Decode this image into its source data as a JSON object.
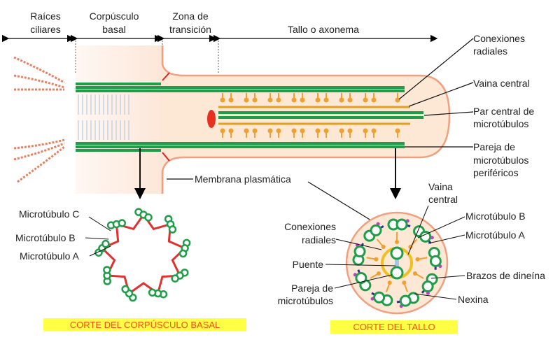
{
  "regions": {
    "roots": [
      "Raíces",
      "ciliares"
    ],
    "basal_body": [
      "Corpúsculo",
      "basal"
    ],
    "transition": [
      "Zona de",
      "transición"
    ],
    "axoneme": "Tallo o axonema"
  },
  "labels": {
    "radial_connections": [
      "Conexiones",
      "radiales"
    ],
    "central_sheath": "Vaina central",
    "central_pair": [
      "Par central de",
      "microtúbulos"
    ],
    "peripheral_pair": [
      "Pareja de",
      "microtúbulos",
      "periféricos"
    ],
    "plasma_membrane": "Membrana plasmática",
    "mt_c": "Microtúbulo C",
    "mt_b": "Microtúbulo B",
    "mt_a": "Microtúbulo A",
    "xs_sheath": [
      "Vaina",
      "central"
    ],
    "xs_mt_b": "Microtúbulo B",
    "xs_mt_a": "Microtúbulo A",
    "xs_radial": [
      "Conexiones",
      "radiales"
    ],
    "bridge": "Puente",
    "xs_pair": [
      "Pareja de",
      "microtúbulos"
    ],
    "dynein": "Brazos de dineína",
    "nexin": "Nexina"
  },
  "captions": {
    "basal_section": "CORTE DEL CORPÚSCULO BASAL",
    "stalk_section": "CORTE DEL TALLO"
  },
  "colors": {
    "microtubule": "#1f9e4a",
    "membrane": "#f0a080",
    "cytoplasm": "#fde8d6",
    "radial": "#f0a030",
    "caption_bg": "#ffff44",
    "caption_text": "#ff4a1a"
  }
}
